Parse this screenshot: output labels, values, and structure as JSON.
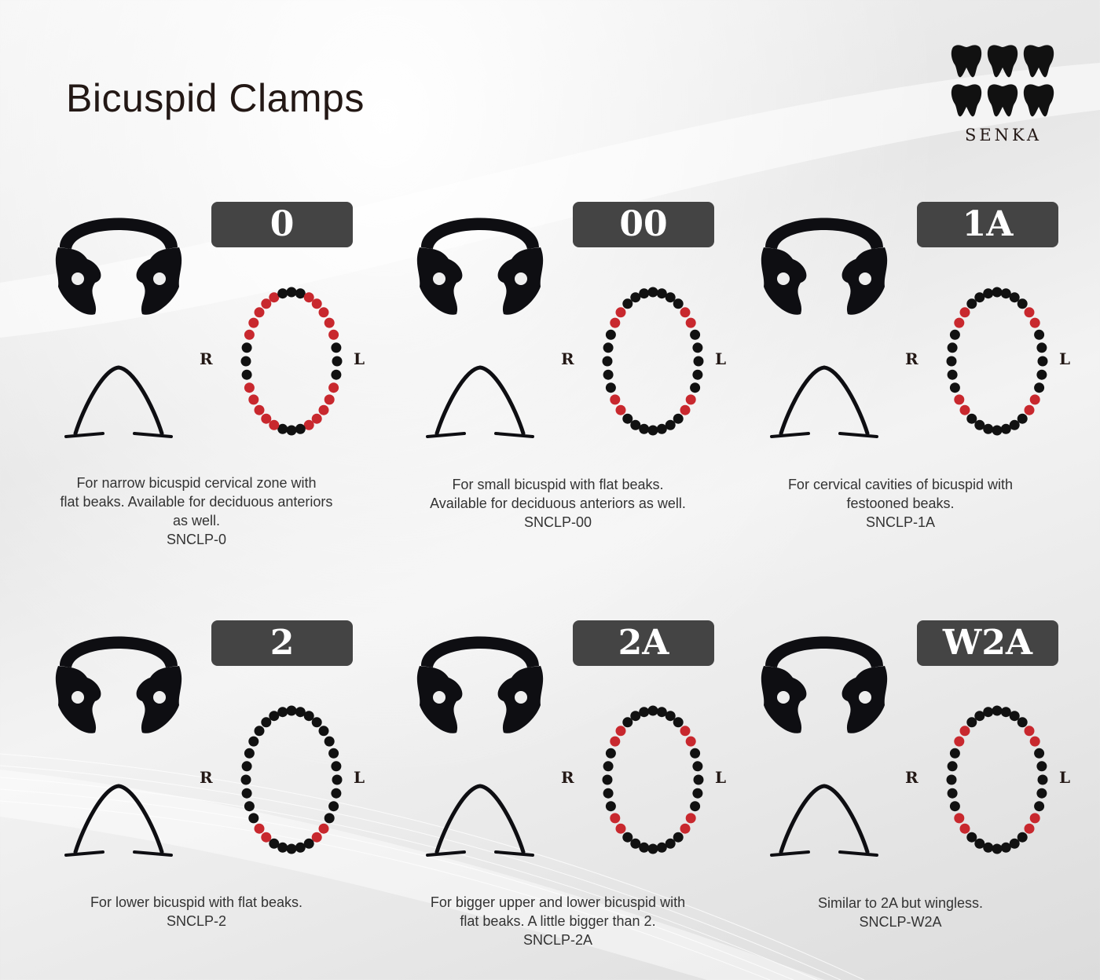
{
  "title": "Bicuspid Clamps",
  "brand": {
    "name": "SENKA",
    "icon": "teeth-logo-icon"
  },
  "colors": {
    "badge_bg": "#444444",
    "bead_red": "#c8282e",
    "bead_black": "#111111",
    "clamp": "#0e0e12"
  },
  "side_labels": {
    "right": "R",
    "left": "L"
  },
  "clamps": [
    {
      "code": "0",
      "description": [
        "For narrow bicuspid cervical zone with",
        "flat beaks. Available for deciduous anteriors",
        "as well."
      ],
      "sku": "SNCLP-0",
      "highlight": "posterior-red"
    },
    {
      "code": "00",
      "description": [
        "For small bicuspid with flat beaks.",
        "Available for deciduous anteriors as well."
      ],
      "sku": "SNCLP-00",
      "highlight": "mid-red"
    },
    {
      "code": "1A",
      "description": [
        "For cervical cavities of bicuspid with",
        "festooned beaks."
      ],
      "sku": "SNCLP-1A",
      "highlight": "mid-red"
    },
    {
      "code": "2",
      "description": [
        "For lower bicuspid with flat beaks."
      ],
      "sku": "SNCLP-2",
      "highlight": "lower-red"
    },
    {
      "code": "2A",
      "description": [
        "For bigger upper and lower bicuspid with",
        "flat beaks. A little bigger than 2."
      ],
      "sku": "SNCLP-2A",
      "highlight": "mid-red"
    },
    {
      "code": "W2A",
      "description": [
        "Similar to 2A but wingless."
      ],
      "sku": "SNCLP-W2A",
      "highlight": "mid-red"
    }
  ]
}
